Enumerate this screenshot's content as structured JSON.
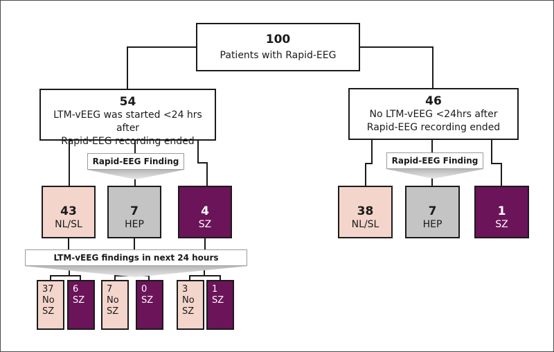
{
  "root": {
    "count": "100",
    "label": "Patients with Rapid-EEG"
  },
  "left_branch": {
    "count": "54",
    "line1": "LTM-vEEG was started <24 hrs after",
    "line2": "Rapid-EEG recording ended",
    "finding_tag": "Rapid-EEG Finding",
    "groups": [
      {
        "count": "43",
        "label": "NL/SL"
      },
      {
        "count": "7",
        "label": "HEP"
      },
      {
        "count": "4",
        "label": "SZ"
      }
    ],
    "ltm_banner": "LTM-vEEG findings in next 24 hours",
    "outcomes": [
      {
        "count": "37",
        "label_a": "No",
        "label_b": "SZ"
      },
      {
        "count": "6",
        "label_a": "SZ"
      },
      {
        "count": "7",
        "label_a": "No",
        "label_b": "SZ"
      },
      {
        "count": "0",
        "label_a": "SZ"
      },
      {
        "count": "3",
        "label_a": "No",
        "label_b": "SZ"
      },
      {
        "count": "1",
        "label_a": "SZ"
      }
    ]
  },
  "right_branch": {
    "count": "46",
    "line1": "No LTM-vEEG <24hrs after",
    "line2": "Rapid-EEG recording ended",
    "finding_tag": "Rapid-EEG Finding",
    "groups": [
      {
        "count": "38",
        "label": "NL/SL"
      },
      {
        "count": "7",
        "label": "HEP"
      },
      {
        "count": "1",
        "label": "SZ"
      }
    ]
  },
  "colors": {
    "nl_sl": "#f3d5cb",
    "hep": "#c4c4c4",
    "sz": "#6b1459",
    "border": "#1a1a1a"
  }
}
